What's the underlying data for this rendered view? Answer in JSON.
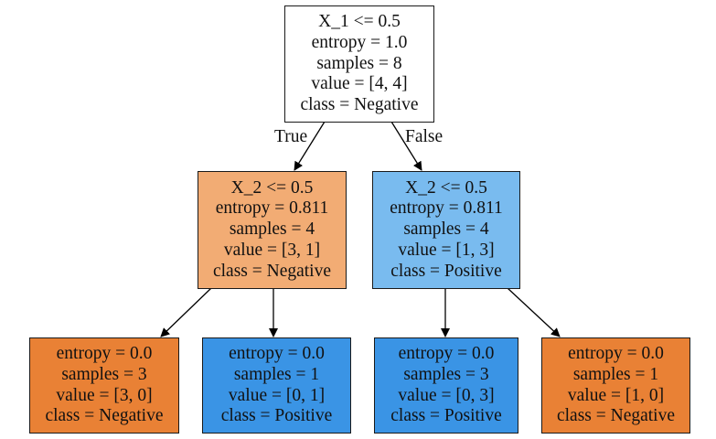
{
  "colors": {
    "root": "#ffffff",
    "mid_negative": "#f2ac74",
    "mid_positive": "#79bbef",
    "leaf_negative": "#e98135",
    "leaf_positive": "#3a94e5"
  },
  "edges": {
    "true_label": "True",
    "false_label": "False"
  },
  "nodes": {
    "root": {
      "lines": [
        "X_1 <= 0.5",
        "entropy = 1.0",
        "samples = 8",
        "value = [4, 4]",
        "class = Negative"
      ]
    },
    "left": {
      "lines": [
        "X_2 <= 0.5",
        "entropy = 0.811",
        "samples = 4",
        "value = [3, 1]",
        "class = Negative"
      ]
    },
    "right": {
      "lines": [
        "X_2 <= 0.5",
        "entropy = 0.811",
        "samples = 4",
        "value = [1, 3]",
        "class = Positive"
      ]
    },
    "left_left": {
      "lines": [
        "entropy = 0.0",
        "samples = 3",
        "value = [3, 0]",
        "class = Negative"
      ]
    },
    "left_right": {
      "lines": [
        "entropy = 0.0",
        "samples = 1",
        "value = [0, 1]",
        "class = Positive"
      ]
    },
    "right_left": {
      "lines": [
        "entropy = 0.0",
        "samples = 3",
        "value = [0, 3]",
        "class = Positive"
      ]
    },
    "right_right": {
      "lines": [
        "entropy = 0.0",
        "samples = 1",
        "value = [1, 0]",
        "class = Negative"
      ]
    }
  }
}
